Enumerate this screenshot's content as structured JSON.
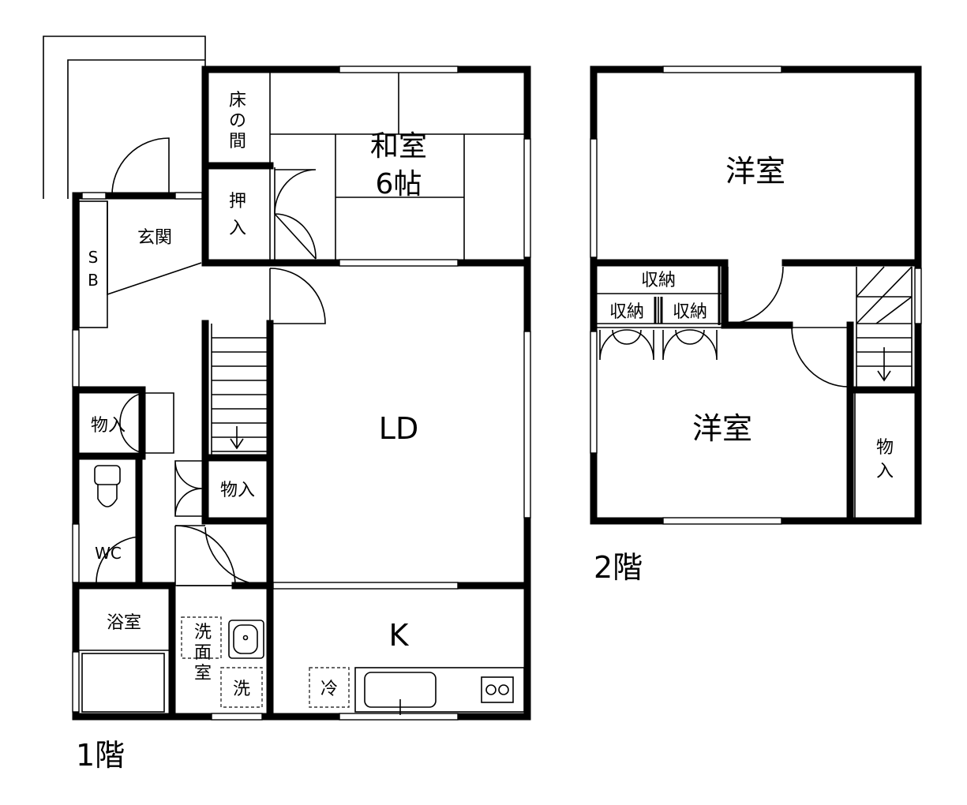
{
  "floors": {
    "first": {
      "label": "1階",
      "rooms": {
        "washitsu": "和室",
        "washitsu_size": "6帖",
        "tokonoma_1": "床",
        "tokonoma_2": "の",
        "tokonoma_3": "間",
        "oshiire_1": "押",
        "oshiire_2": "入",
        "genkan": "玄関",
        "sb_1": "S",
        "sb_2": "B",
        "ld": "LD",
        "monoire_left": "物入",
        "monoire_stair": "物入",
        "wc": "WC",
        "bath": "浴室",
        "senmen_1": "洗",
        "senmen_2": "面",
        "senmen_3": "室",
        "washer": "洗",
        "kitchen": "K",
        "fridge": "冷"
      }
    },
    "second": {
      "label": "2階",
      "rooms": {
        "yoshitsu_top": "洋室",
        "yoshitsu_bottom": "洋室",
        "shuno_top": "収納",
        "shuno_left": "収納",
        "shuno_right": "収納",
        "monoire_1": "物",
        "monoire_2": "入"
      }
    }
  }
}
